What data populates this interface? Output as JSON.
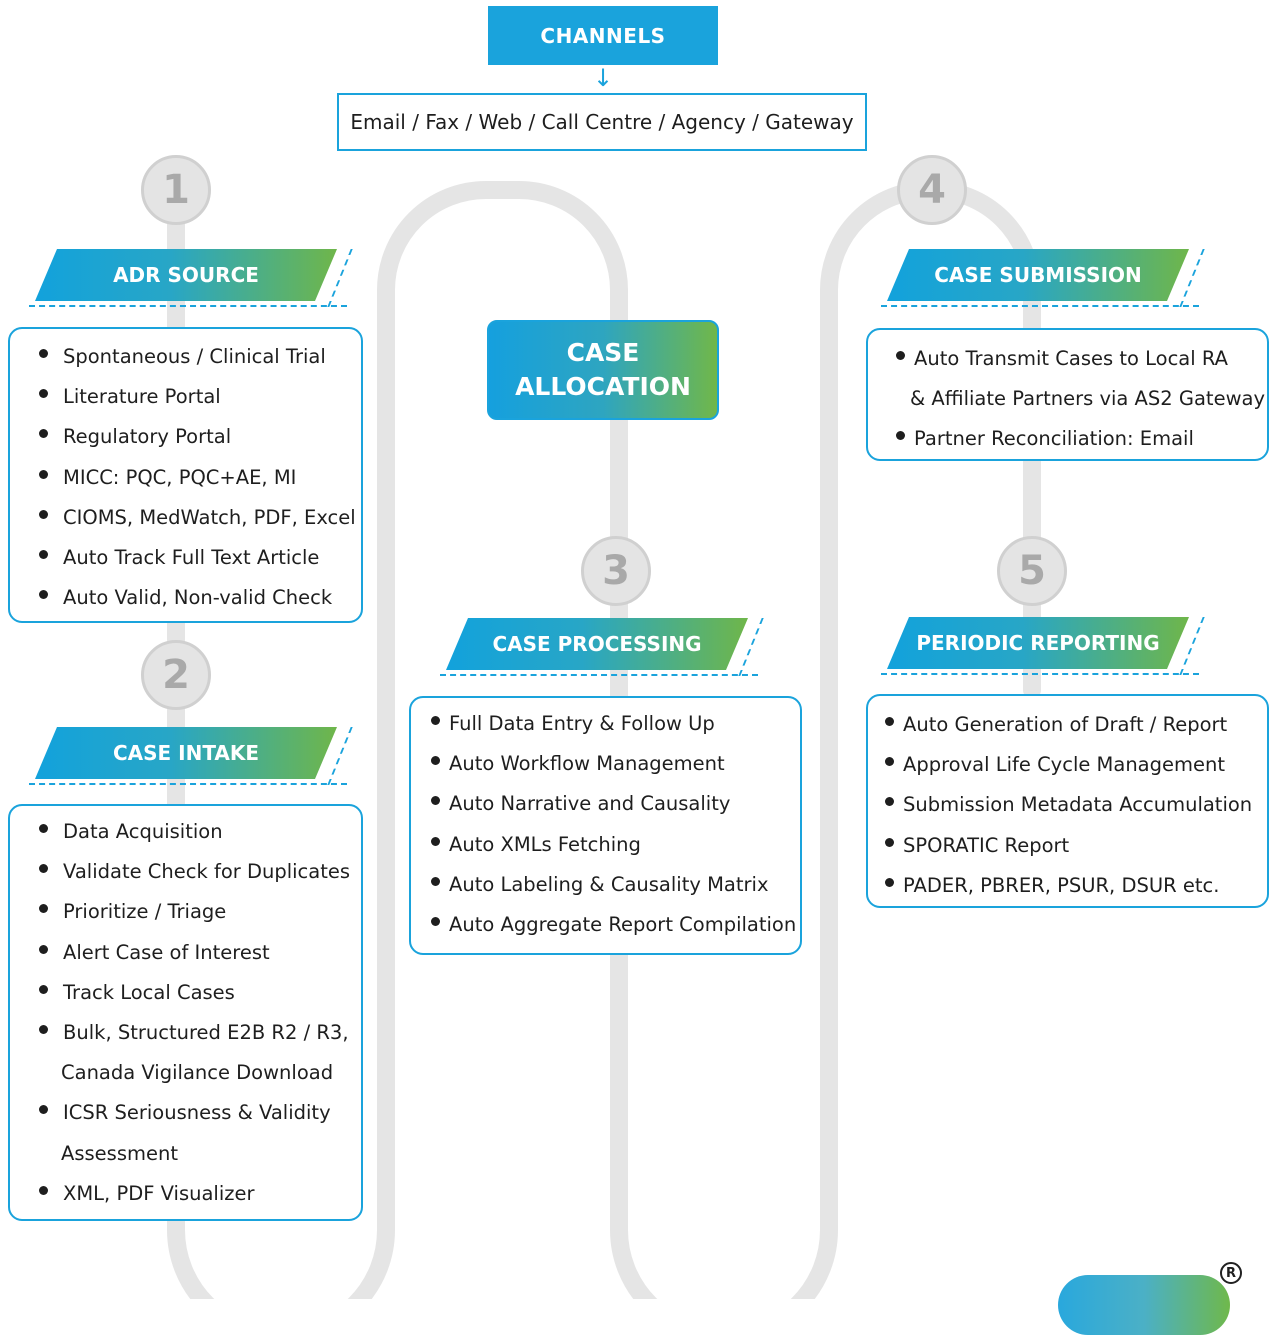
{
  "channels": {
    "title": "CHANNELS",
    "list": "Email / Fax / Web / Call Centre / Agency / Gateway"
  },
  "steps": {
    "step1": {
      "number": "1",
      "title": "ADR SOURCE",
      "items": [
        "Spontaneous / Clinical Trial",
        "Literature Portal",
        "Regulatory Portal",
        "MICC: PQC, PQC+AE, MI",
        "CIOMS, MedWatch, PDF, Excel",
        "Auto Track Full Text Article",
        "Auto Valid, Non-valid Check"
      ]
    },
    "step2": {
      "number": "2",
      "title": "CASE INTAKE",
      "items": [
        "Data Acquisition",
        "Validate Check for Duplicates",
        "Prioritize / Triage",
        "Alert Case of Interest",
        "Track Local Cases",
        "Bulk, Structured E2B R2 / R3,",
        "Canada Vigilance Download",
        "ICSR Seriousness & Validity",
        "Assessment",
        "XML, PDF Visualizer"
      ]
    },
    "allocation": {
      "line1": "CASE",
      "line2": "ALLOCATION"
    },
    "step3": {
      "number": "3",
      "title": "CASE PROCESSING",
      "items": [
        "Full Data Entry & Follow Up",
        "Auto Workflow Management",
        "Auto Narrative and Causality",
        "Auto XMLs Fetching",
        "Auto Labeling & Causality Matrix",
        "Auto Aggregate Report Compilation"
      ]
    },
    "step4": {
      "number": "4",
      "title": "CASE SUBMISSION",
      "items": [
        "Auto Transmit Cases to Local RA",
        "& Affiliate Partners via AS2 Gateway",
        "Partner Reconciliation: Email"
      ]
    },
    "step5": {
      "number": "5",
      "title": "PERIODIC REPORTING",
      "items": [
        "Auto Generation of Draft / Report",
        "Approval Life Cycle Management",
        "Submission Metadata Accumulation",
        "SPORATIC Report",
        "PADER, PBRER, PSUR, DSUR etc."
      ]
    }
  },
  "registered_mark": "R",
  "colors": {
    "accent": "#1aa3dc",
    "green": "#6fb64a",
    "track": "#e5e5e5"
  }
}
